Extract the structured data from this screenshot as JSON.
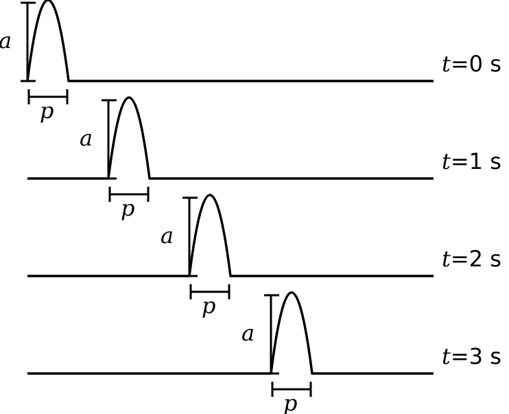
{
  "labels": {
    "amplitude": "a",
    "period": "p",
    "time_var": "t"
  },
  "rows": [
    {
      "time_value": "=0 s",
      "pulse_step": 0
    },
    {
      "time_value": "=1 s",
      "pulse_step": 1
    },
    {
      "time_value": "=2 s",
      "pulse_step": 2
    },
    {
      "time_value": "=3 s",
      "pulse_step": 3
    }
  ]
}
